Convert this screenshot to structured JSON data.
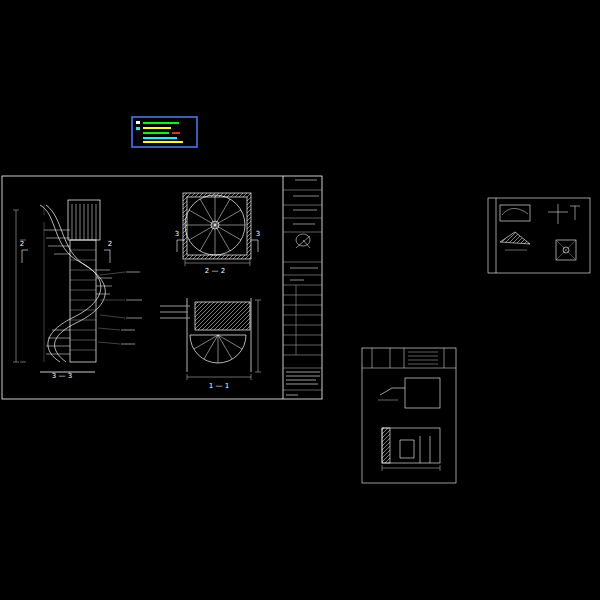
{
  "diagram": {
    "labels": [
      "3 — 3",
      "2 — 2",
      "1 — 1",
      "2",
      "2",
      "3",
      "3"
    ]
  }
}
